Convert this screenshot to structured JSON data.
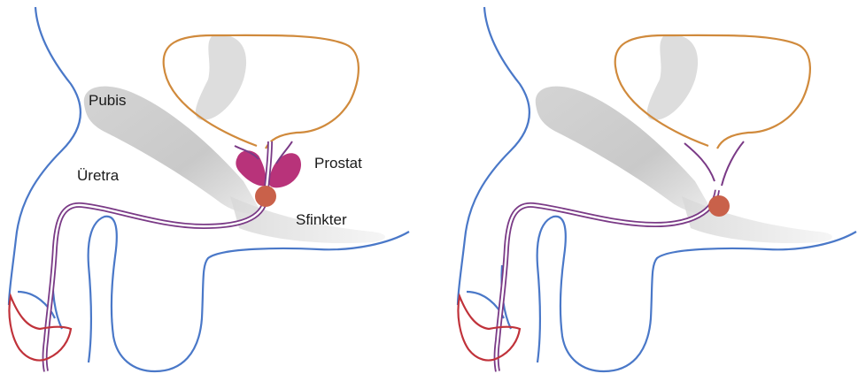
{
  "labels": {
    "pubis": "Pubis",
    "uretra": "Üretra",
    "prostat": "Prostat",
    "sfinkter": "Sfinkter"
  },
  "colors": {
    "body_outline": "#4a78c8",
    "bladder": "#d08a3c",
    "urethra": "#7a3a86",
    "prostate": "#b8337a",
    "sphincter": "#c9614a",
    "glans": "#c0323a",
    "bone_shadow": "#cfcfcf"
  },
  "panels": [
    {
      "name": "before-prostatectomy",
      "shows_prostate": true
    },
    {
      "name": "after-prostatectomy",
      "shows_prostate": false
    }
  ]
}
